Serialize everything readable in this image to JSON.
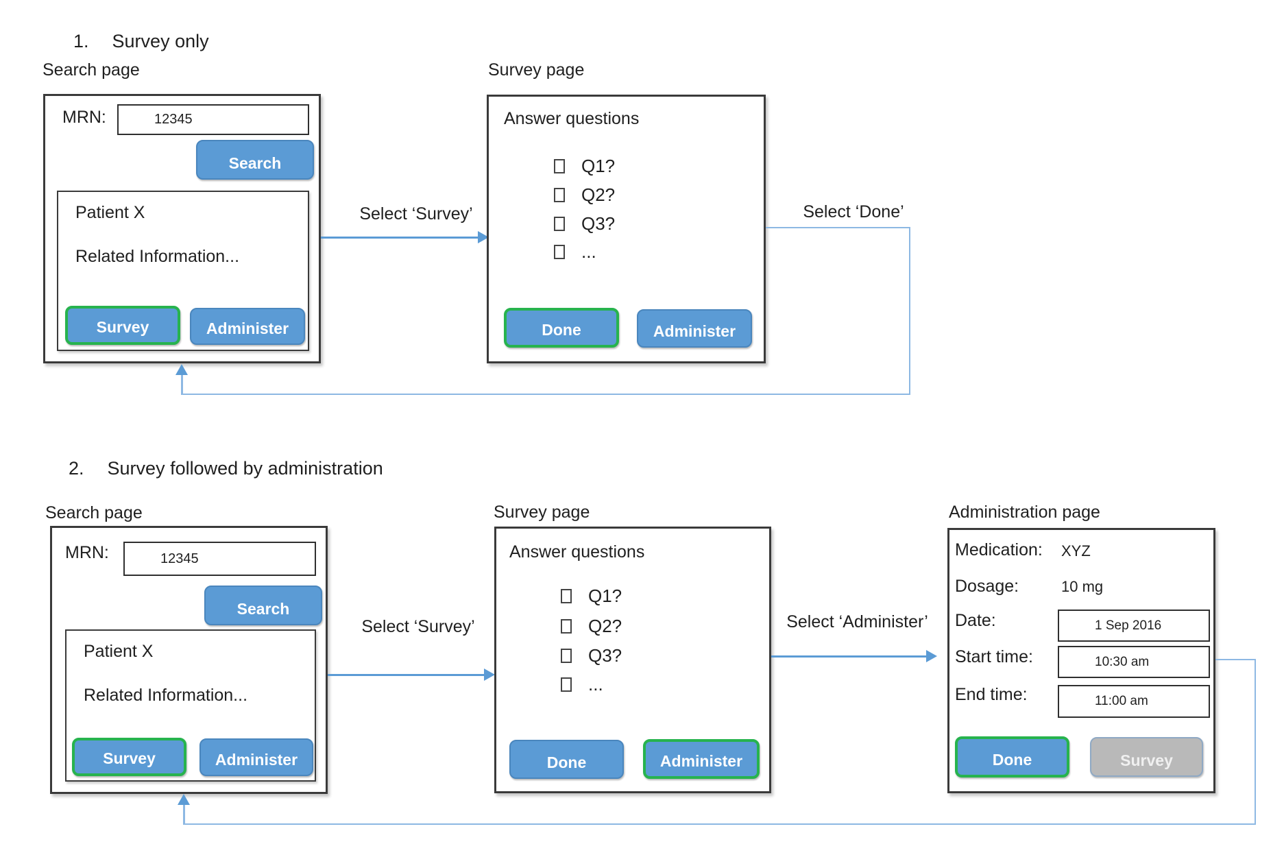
{
  "colors": {
    "button_blue": "#5b9bd5",
    "highlight_green": "#27b34e",
    "disabled_gray": "#b9b9b9",
    "arrow_blue": "#5b9bd5",
    "return_line_blue": "#8db8e3"
  },
  "sections": [
    {
      "number": "1.",
      "title": "Survey only",
      "search_page": {
        "label": "Search page",
        "mrn_label": "MRN:",
        "mrn_value": "12345",
        "search_button": "Search",
        "patient_name": "Patient X",
        "related_info": "Related Information...",
        "survey_button": "Survey",
        "administer_button": "Administer"
      },
      "survey_page": {
        "label": "Survey page",
        "title": "Answer questions",
        "questions": [
          "Q1?",
          "Q2?",
          "Q3?",
          "..."
        ],
        "done_button": "Done",
        "administer_button": "Administer"
      },
      "arrows": {
        "to_survey": "Select ‘Survey’",
        "to_done": "Select ‘Done’"
      }
    },
    {
      "number": "2.",
      "title": "Survey followed by administration",
      "search_page": {
        "label": "Search page",
        "mrn_label": "MRN:",
        "mrn_value": "12345",
        "search_button": "Search",
        "patient_name": "Patient X",
        "related_info": "Related Information...",
        "survey_button": "Survey",
        "administer_button": "Administer"
      },
      "survey_page": {
        "label": "Survey page",
        "title": "Answer questions",
        "questions": [
          "Q1?",
          "Q2?",
          "Q3?",
          "..."
        ],
        "done_button": "Done",
        "administer_button": "Administer"
      },
      "administration_page": {
        "label": "Administration page",
        "medication_label": "Medication:",
        "medication_value": "XYZ",
        "dosage_label": "Dosage:",
        "dosage_value": "10 mg",
        "date_label": "Date:",
        "date_value": "1 Sep 2016",
        "start_time_label": "Start time:",
        "start_time_value": "10:30 am",
        "end_time_label": "End time:",
        "end_time_value": "11:00 am",
        "done_button": "Done",
        "survey_button": "Survey"
      },
      "arrows": {
        "to_survey": "Select ‘Survey’",
        "to_administer": "Select ‘Administer’"
      }
    }
  ]
}
